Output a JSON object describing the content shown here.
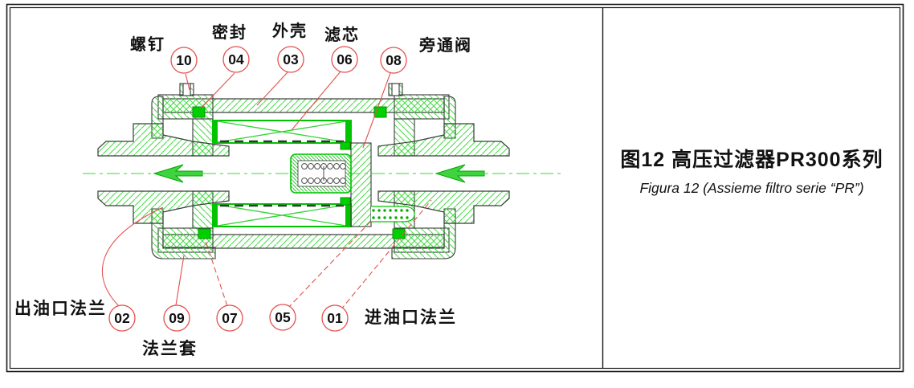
{
  "panel": {
    "title_cn": "图12 高压过滤器PR300系列",
    "caption_it": "Figura 12 (Assieme filtro serie “PR”)"
  },
  "labels": {
    "screw": "螺钉",
    "seal": "密封",
    "shell": "外壳",
    "element": "滤芯",
    "bypass": "旁通阀",
    "outlet_flange": "出油口法兰",
    "flange_sleeve": "法兰套",
    "inlet_flange": "进油口法兰"
  },
  "callouts": {
    "c10": "10",
    "c04": "04",
    "c03": "03",
    "c06": "06",
    "c08": "08",
    "c02": "02",
    "c09": "09",
    "c07": "07",
    "c05": "05",
    "c01": "01"
  },
  "flow": {
    "direction": "left",
    "arrow_count": 2
  },
  "colors": {
    "drawing_green": "#00C400",
    "hatch_green": "#4ADB4A",
    "seal_green": "#00D000",
    "callout_red": "#E4504B",
    "outline_black": "#3a3a3a",
    "frame_black": "#1a1a1a"
  }
}
